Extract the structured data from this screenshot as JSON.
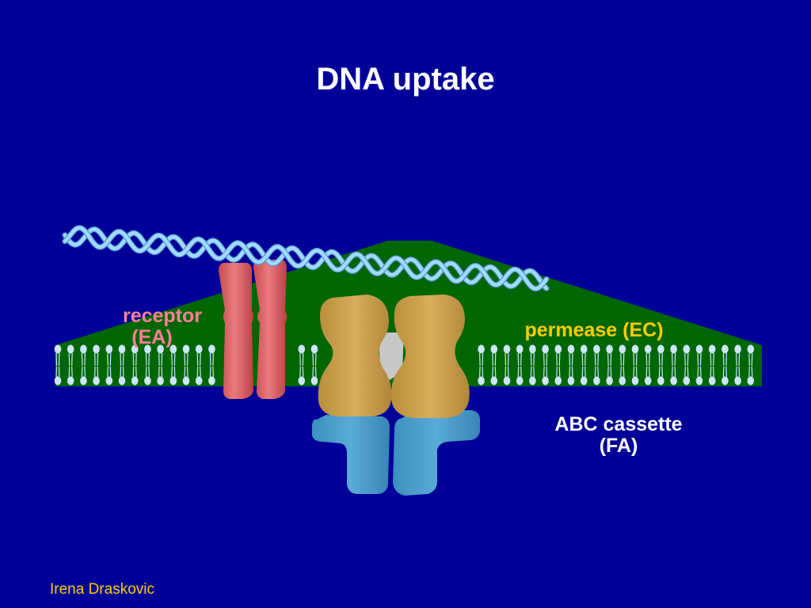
{
  "slide": {
    "title": "DNA uptake",
    "author": "Irena Draskovic"
  },
  "labels": {
    "receptor": {
      "line1": "receptor",
      "line2": "(EA)"
    },
    "permease": "permease (EC)",
    "abc_cassette": {
      "line1": "ABC cassette",
      "line2": "(FA)"
    }
  },
  "colors": {
    "background": "#000099",
    "membrane_region": "#006600",
    "lipid_head": "#cce6ff",
    "dna_strand": "#9fdcff",
    "receptor": "#e06a6e",
    "permease": "#c9a24f",
    "abc_cassette": "#4a9cc9",
    "channel_core": "#c8c8c8",
    "receptor_label": "#ff7f99",
    "permease_label": "#ffcc00",
    "abc_label": "#ffffff",
    "author_label": "#ffcc00"
  }
}
